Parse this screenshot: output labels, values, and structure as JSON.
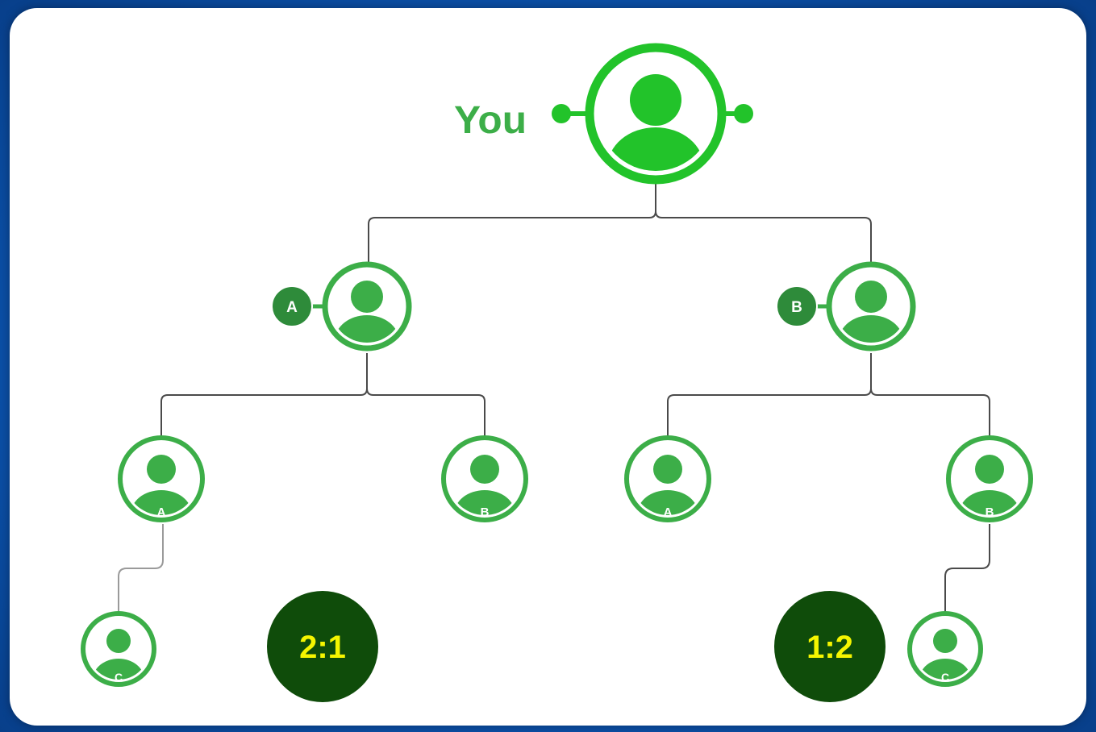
{
  "root": {
    "label": "You"
  },
  "level1": [
    {
      "tag": "A"
    },
    {
      "tag": "B"
    }
  ],
  "level2": [
    {
      "tag": "A"
    },
    {
      "tag": "B"
    },
    {
      "tag": "A"
    },
    {
      "tag": "B"
    }
  ],
  "level3": [
    {
      "tag": "C"
    },
    {
      "tag": "C"
    }
  ],
  "ratios": [
    {
      "text": "2:1"
    },
    {
      "text": "1:2"
    }
  ],
  "colors": {
    "bright_green": "#22c32a",
    "node_green": "#3cae48",
    "tag_green": "#2e8b3a",
    "ratio_bg": "#0f4c0a",
    "ratio_text": "#f5f500",
    "connector": "#4a4a4a",
    "frame_blue": "#0b4fa6"
  }
}
